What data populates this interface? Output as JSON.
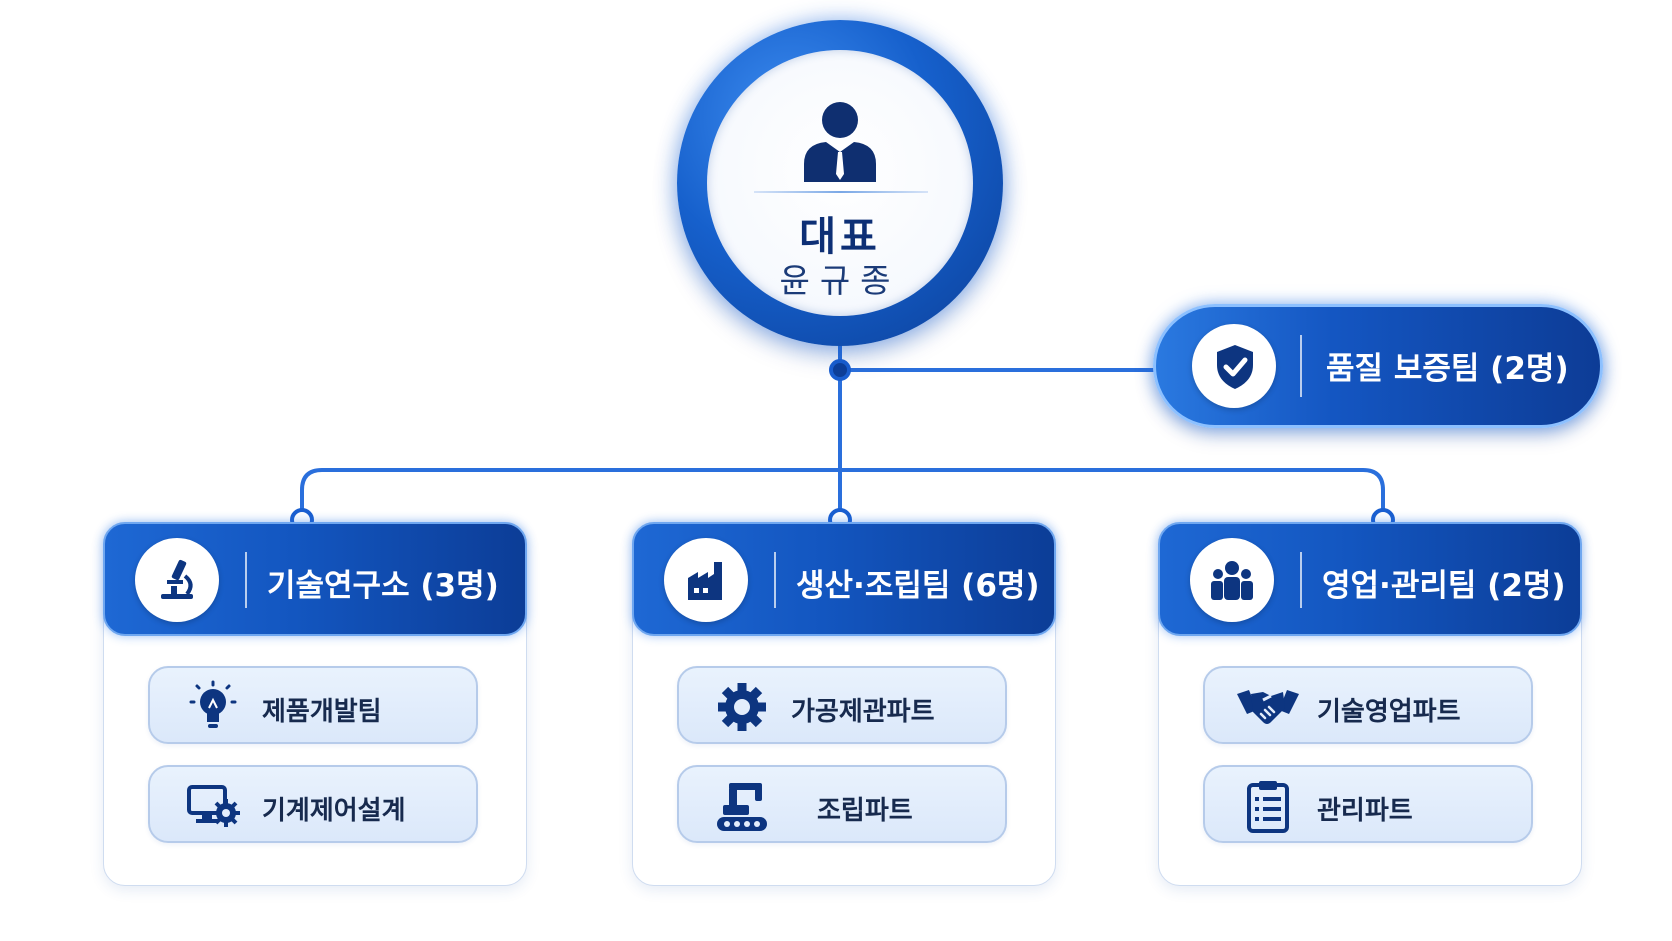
{
  "ceo": {
    "title": "대표",
    "name": "윤규종",
    "icon": "person-icon"
  },
  "qa": {
    "label": "품질 보증팀 (2명)",
    "icon": "shield-check-icon"
  },
  "departments": [
    {
      "label": "기술연구소 (3명)",
      "icon": "microscope-icon",
      "subteams": [
        {
          "label": "제품개발팀",
          "icon": "lightbulb-icon"
        },
        {
          "label": "기계제어설계",
          "icon": "monitor-gear-icon"
        }
      ]
    },
    {
      "label": "생산·조립팀 (6명)",
      "icon": "factory-icon",
      "subteams": [
        {
          "label": "가공제관파트",
          "icon": "gear-icon"
        },
        {
          "label": "조립파트",
          "icon": "robot-arm-icon"
        }
      ]
    },
    {
      "label": "영업·관리팀 (2명)",
      "icon": "team-icon",
      "subteams": [
        {
          "label": "기술영업파트",
          "icon": "handshake-icon"
        },
        {
          "label": "관리파트",
          "icon": "clipboard-icon"
        }
      ]
    }
  ],
  "colors": {
    "primary": "#1356c0",
    "dark": "#0c3d97",
    "line": "#2a6fdc",
    "text": "#172a4e"
  }
}
